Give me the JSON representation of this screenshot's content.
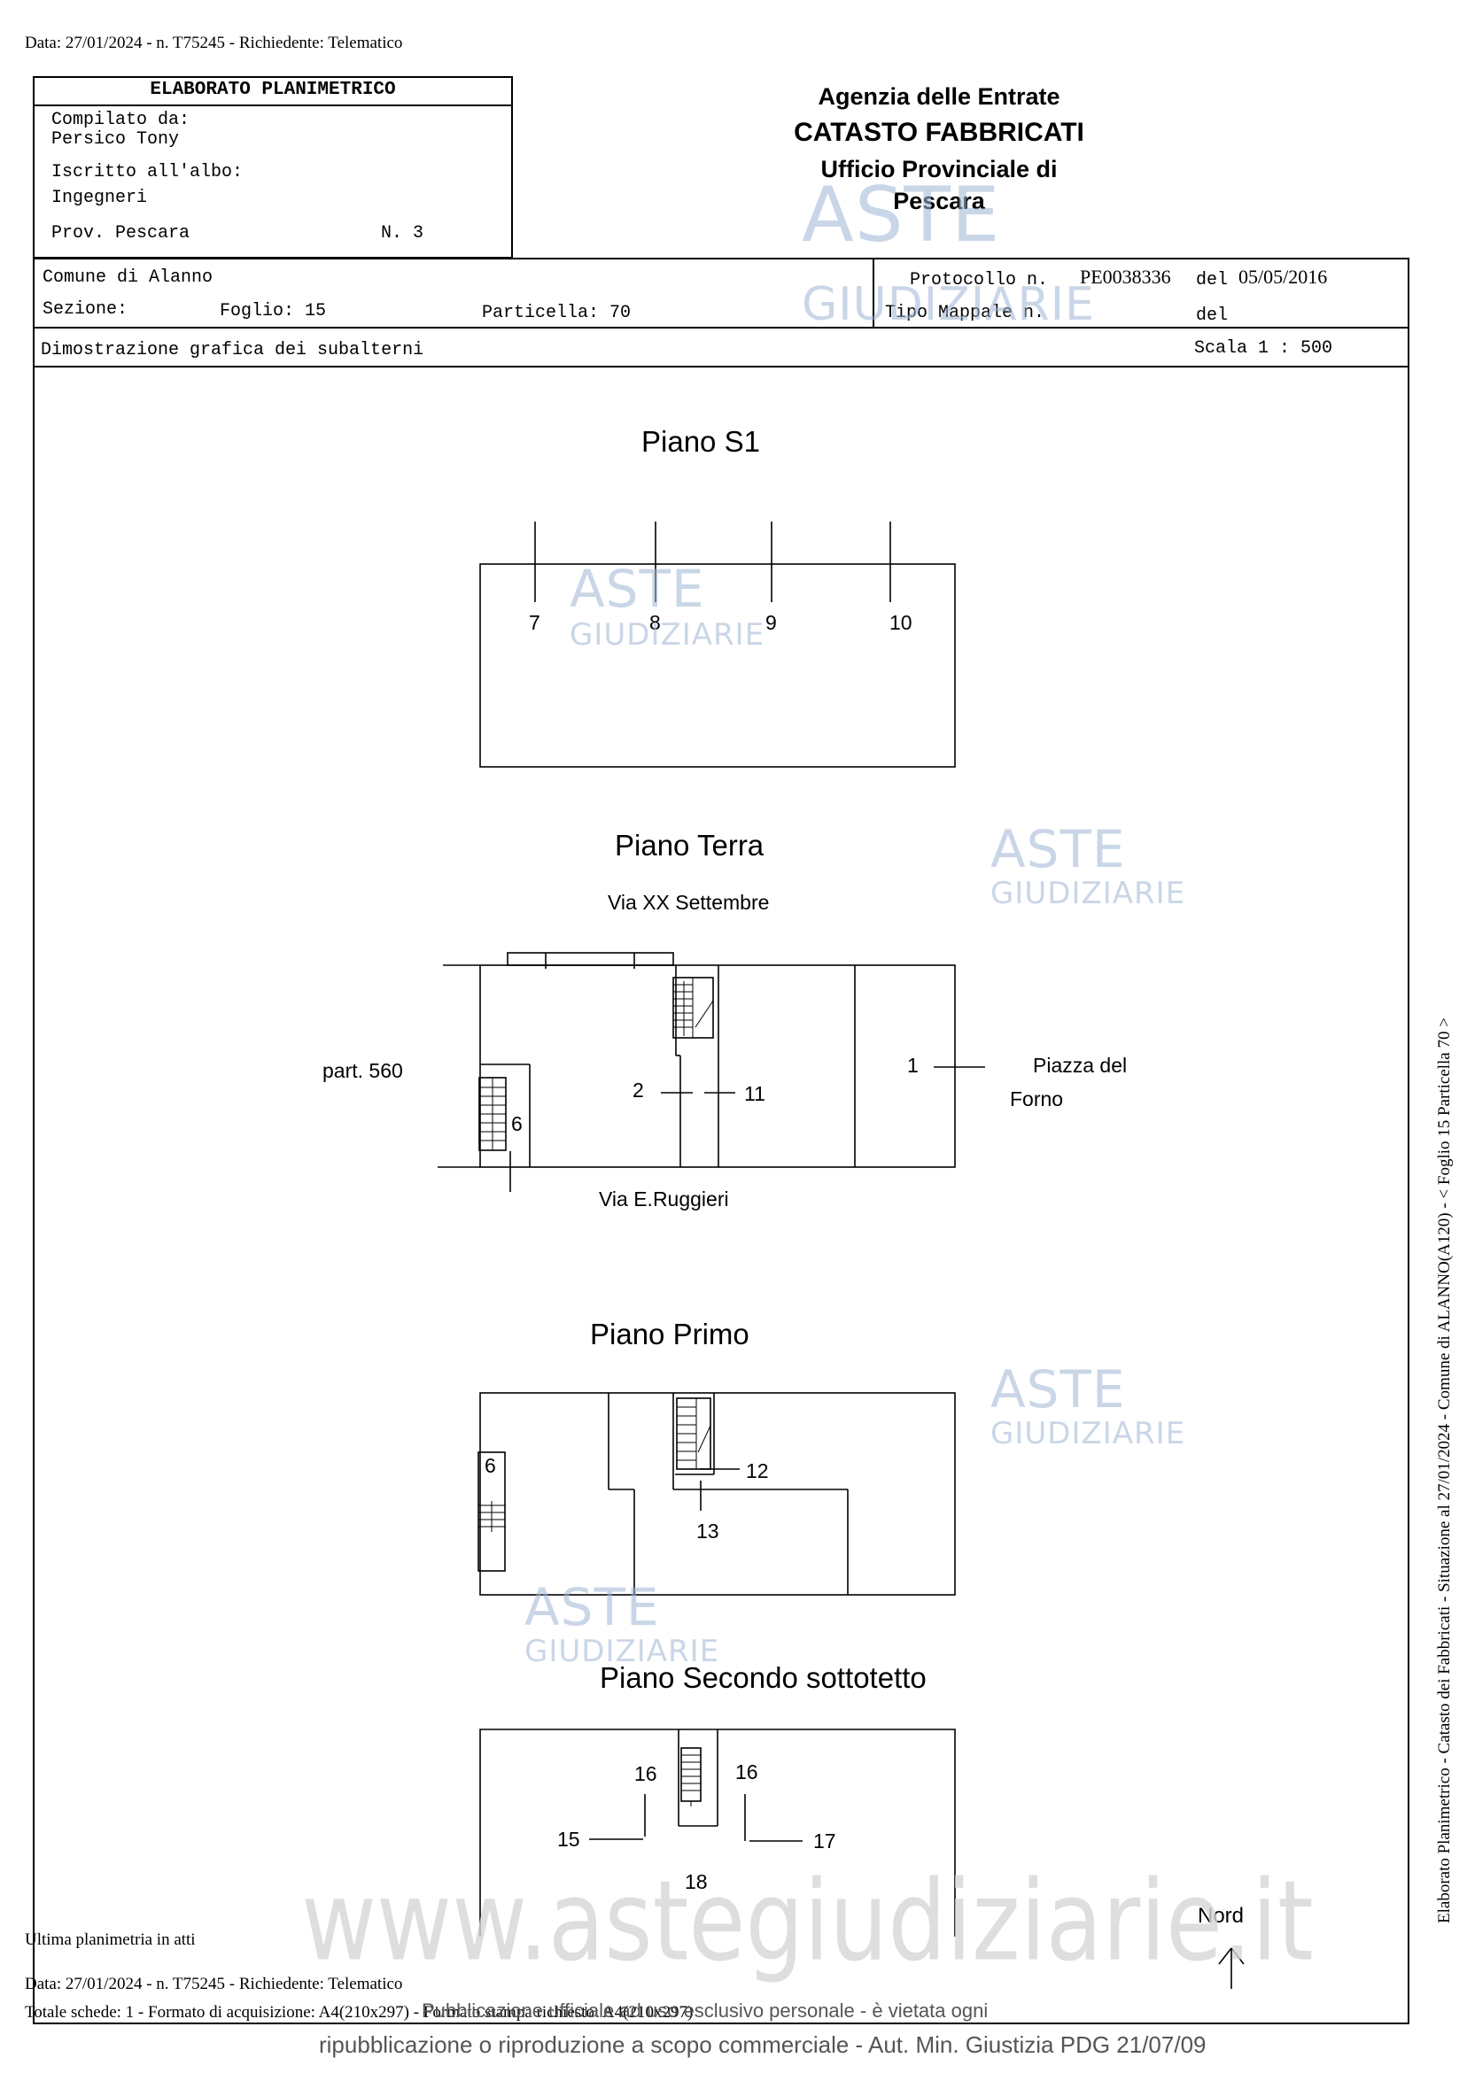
{
  "top_line": "Data: 27/01/2024 - n. T75245 - Richiedente: Telematico",
  "box_left": {
    "title": "ELABORATO PLANIMETRICO",
    "compilato_label": "Compilato da:",
    "compilato_name": "Persico Tony",
    "albo_label": "Iscritto all'albo:",
    "albo_value": "Ingegneri",
    "prov": "Prov. Pescara",
    "num": "N. 3"
  },
  "agency": {
    "line1": "Agenzia delle Entrate",
    "line2": "CATASTO FABBRICATI",
    "line3": "Ufficio Provinciale di",
    "line4": "Pescara"
  },
  "info": {
    "comune": "Comune di Alanno",
    "sezione": "Sezione:",
    "foglio": "Foglio: 15",
    "particella": "Particella: 70",
    "protocollo_label": "Protocollo n.",
    "protocollo_value": "PE0038336",
    "del1_label": "del",
    "del1_value": "05/05/2016",
    "tipo_label": "Tipo Mappale n.",
    "del2_label": "del",
    "dimostrazione": "Dimostrazione grafica dei subalterni",
    "scala": "Scala 1 : 500"
  },
  "floors": {
    "s1": {
      "title": "Piano S1",
      "labels": [
        "7",
        "8",
        "9",
        "10"
      ]
    },
    "terra": {
      "title": "Piano Terra",
      "street_top": "Via XX Settembre",
      "street_bottom": "Via E.Ruggieri",
      "left_label": "part. 560",
      "right_label_1": "Piazza del",
      "right_label_2": "Forno",
      "labels": [
        "1",
        "2",
        "11",
        "6"
      ]
    },
    "primo": {
      "title": "Piano Primo",
      "labels": [
        "6",
        "12",
        "13"
      ]
    },
    "secondo": {
      "title": "Piano Secondo sottotetto",
      "labels": [
        "16",
        "16",
        "15",
        "17",
        "18"
      ]
    }
  },
  "nord": "Nord",
  "side_text": "Elaborato Planimetrico - Catasto dei Fabbricati - Situazione al 27/01/2024 - Comune di ALANNO(A120) - < Foglio 15 Particella 70 >",
  "footer": {
    "ultima": "Ultima planimetria in atti",
    "data_line": "Data: 27/01/2024 - n. T75245 - Richiedente: Telematico",
    "totale": "Totale schede: 1 - Formato di acquisizione: A4(210x297) - Formato stampa richiesto: A4(210x297)",
    "publication_1": "Pubblicazione ufficiale ad uso esclusivo personale - è vietata ogni",
    "publication_2": "ripubblicazione o riproduzione a scopo commerciale - Aut. Min. Giustizia PDG 21/07/09"
  },
  "watermark": {
    "aste": "ASTE",
    "giudiziarie": "GIUDIZIARIE",
    "url": "www.astegiudiziarie.it"
  }
}
